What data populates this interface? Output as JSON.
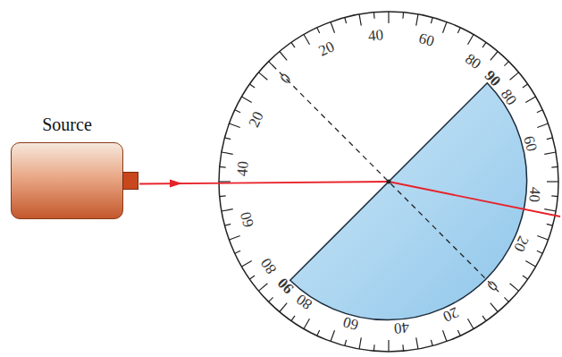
{
  "diagram": {
    "nodes": [
      {
        "text": [
          "Source"
        ]
      }
    ],
    "labels": [
      "0",
      "20",
      "40",
      "60",
      "80",
      "90",
      "80",
      "60",
      "40",
      "20",
      "0",
      "20",
      "40",
      "60",
      "80",
      "90",
      "80",
      "60",
      "40",
      "20"
    ]
  }
}
